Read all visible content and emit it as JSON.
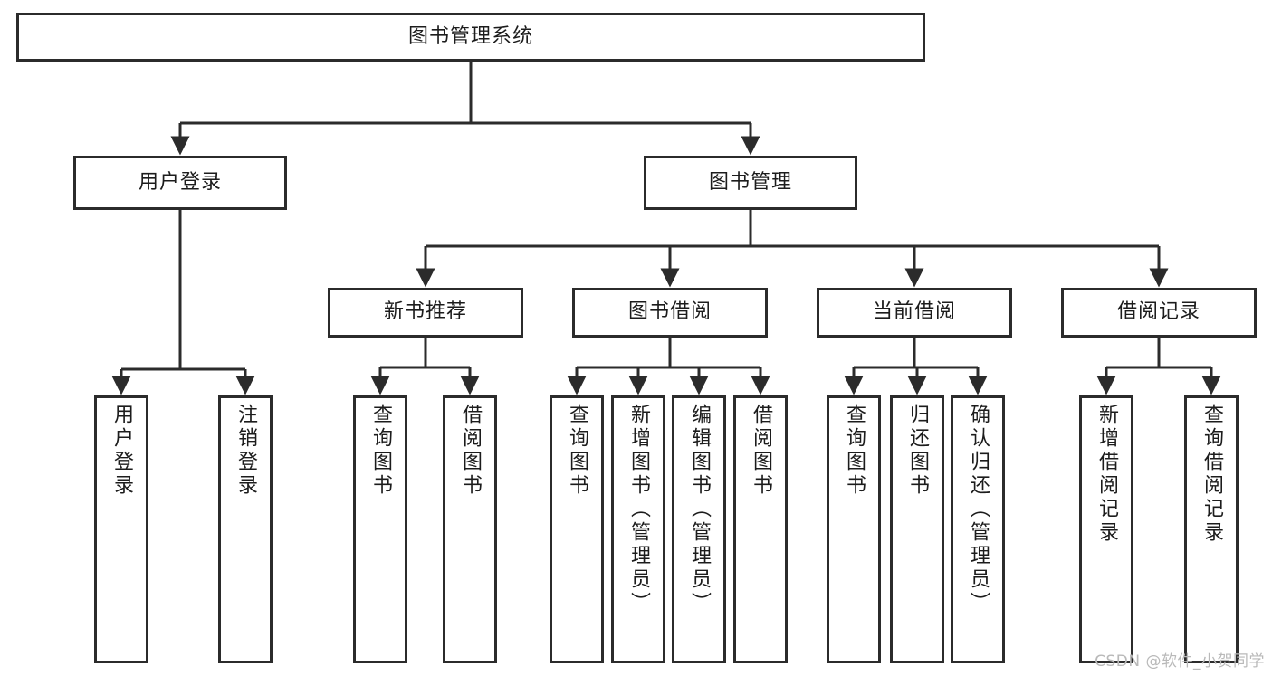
{
  "diagram": {
    "title": "图书管理系统",
    "watermark": "CSDN @软件_小贺同学",
    "colors": {
      "stroke": "#2b2b2b",
      "fill": "#ffffff",
      "text": "#1c1c1c",
      "watermark": "#b9b9b9"
    },
    "root": {
      "label": "图书管理系统"
    },
    "level2": [
      {
        "label": "用户登录"
      },
      {
        "label": "图书管理"
      }
    ],
    "level3": [
      {
        "label": "新书推荐"
      },
      {
        "label": "图书借阅"
      },
      {
        "label": "当前借阅"
      },
      {
        "label": "借阅记录"
      }
    ],
    "leaves": {
      "user_login": [
        {
          "label": "用户登录"
        },
        {
          "label": "注销登录"
        }
      ],
      "new_book": [
        {
          "label": "查询图书"
        },
        {
          "label": "借阅图书"
        }
      ],
      "book_borrow": [
        {
          "label": "查询图书"
        },
        {
          "label": "新增图书（管理员）"
        },
        {
          "label": "编辑图书（管理员）"
        },
        {
          "label": "借阅图书"
        }
      ],
      "current_borrow": [
        {
          "label": "查询图书"
        },
        {
          "label": "归还图书"
        },
        {
          "label": "确认归还（管理员）"
        }
      ],
      "borrow_record": [
        {
          "label": "新增借阅记录"
        },
        {
          "label": "查询借阅记录"
        }
      ]
    }
  }
}
